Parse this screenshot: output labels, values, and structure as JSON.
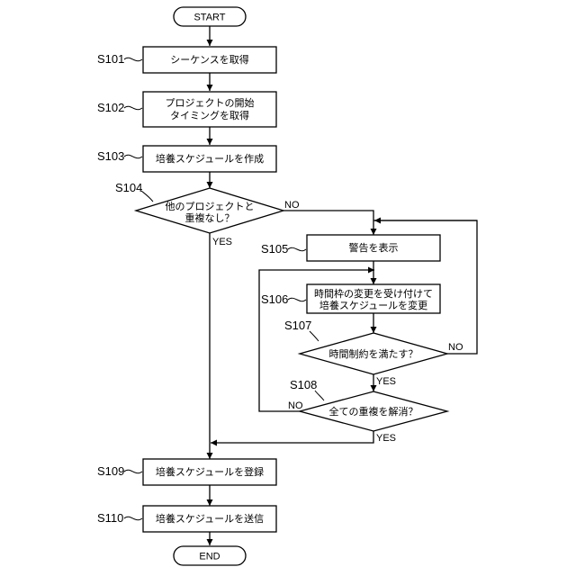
{
  "flowchart": {
    "start": "START",
    "end": "END",
    "steps": {
      "s101": {
        "id": "S101",
        "lines": [
          "シーケンスを取得"
        ]
      },
      "s102": {
        "id": "S102",
        "lines": [
          "プロジェクトの開始",
          "タイミングを取得"
        ]
      },
      "s103": {
        "id": "S103",
        "lines": [
          "培養スケジュールを作成"
        ]
      },
      "s104": {
        "id": "S104",
        "lines": [
          "他のプロジェクトと",
          "重複なし？"
        ]
      },
      "s105": {
        "id": "S105",
        "lines": [
          "警告を表示"
        ]
      },
      "s106": {
        "id": "S106",
        "lines": [
          "時間枠の変更を受け付けて",
          "培養スケジュールを変更"
        ]
      },
      "s107": {
        "id": "S107",
        "lines": [
          "時間制約を満たす？"
        ]
      },
      "s108": {
        "id": "S108",
        "lines": [
          "全ての重複を解消？"
        ]
      },
      "s109": {
        "id": "S109",
        "lines": [
          "培養スケジュールを登録"
        ]
      },
      "s110": {
        "id": "S110",
        "lines": [
          "培養スケジュールを送信"
        ]
      }
    },
    "branch_labels": {
      "yes": "YES",
      "no": "NO"
    }
  }
}
